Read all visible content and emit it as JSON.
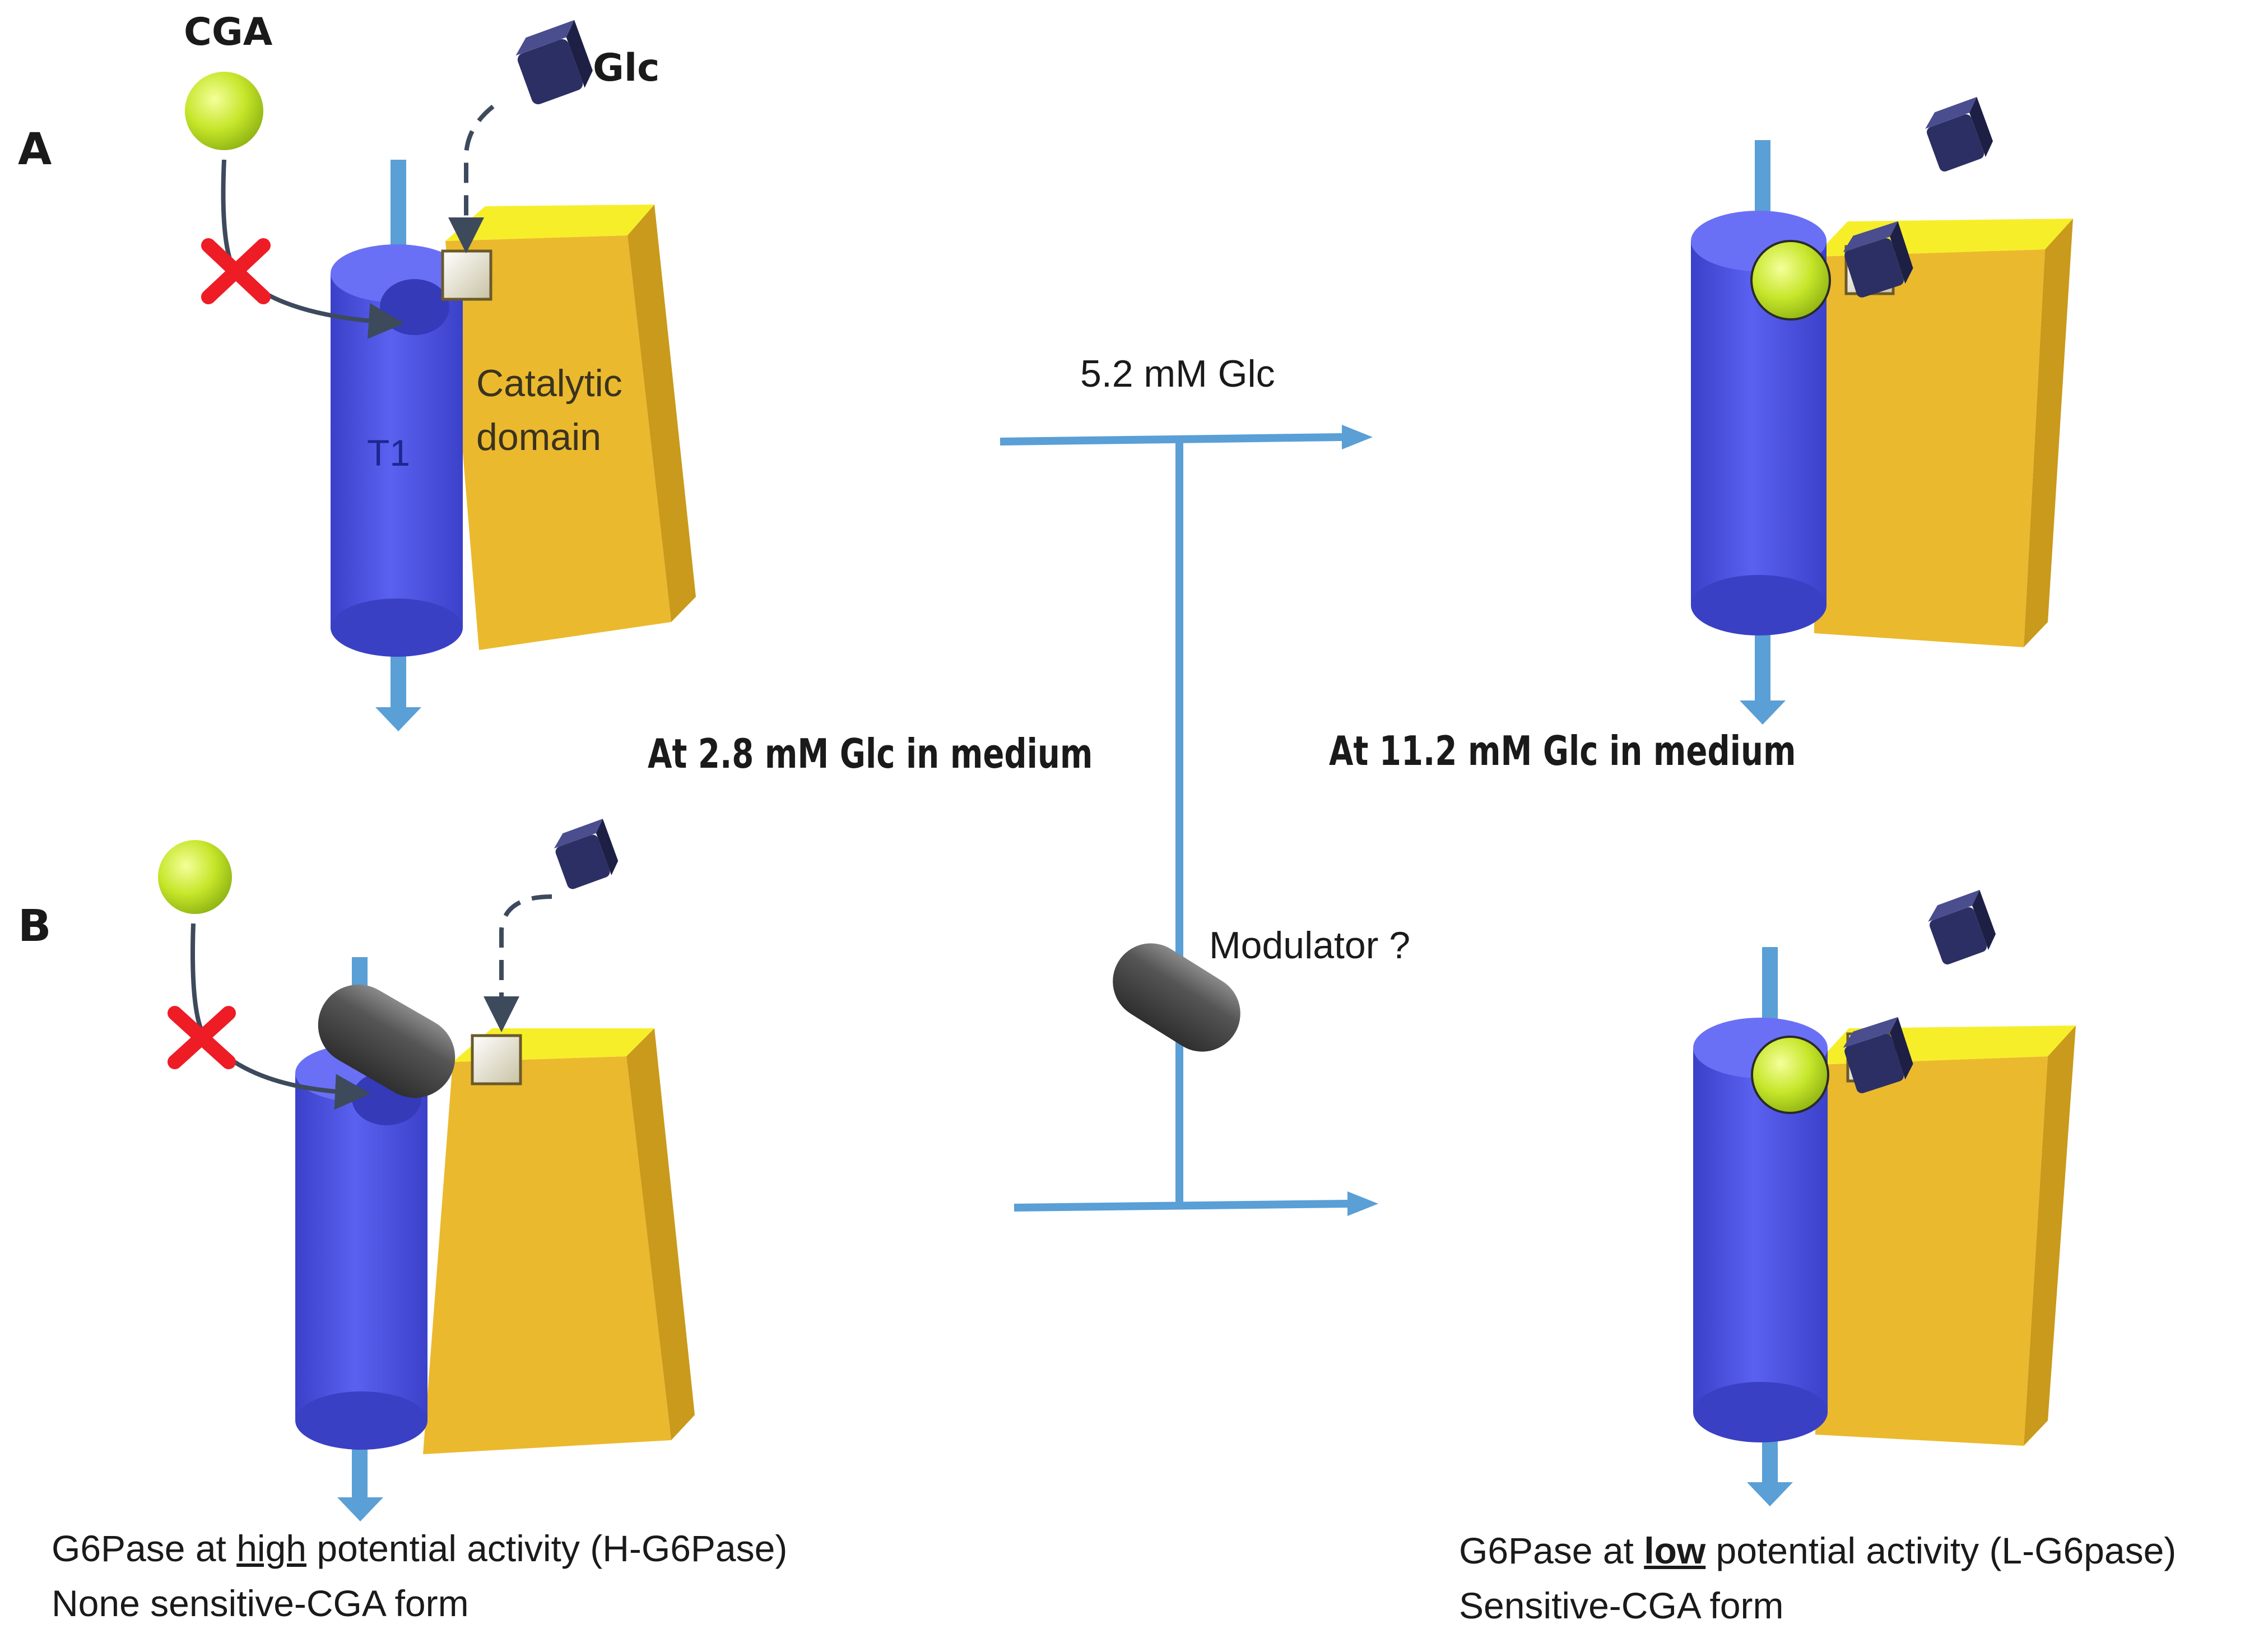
{
  "panels": {
    "a": {
      "letter": "A"
    },
    "b": {
      "letter": "B"
    }
  },
  "molecules": {
    "cga": "CGA",
    "glc": "Glc"
  },
  "domains": {
    "t1": "T1",
    "catalytic_line1": "Catalytic",
    "catalytic_line2": "domain"
  },
  "conditions": {
    "low": "At 2.8 mM Glc in medium",
    "high": "At 11.2 mM Glc in medium",
    "transition": "5.2 mM Glc",
    "modulator": "Modulator ?"
  },
  "captions": {
    "left_line1_pre": "G6Pase at ",
    "left_line1_emph": "high",
    "left_line1_post": " potential activity (H-G6Pase)",
    "left_line2": "None sensitive-CGA form",
    "right_line1_pre": "G6Pase at ",
    "right_line1_emph": "low",
    "right_line1_post": " potential activity (L-G6pase)",
    "right_line2": "Sensitive-CGA form"
  },
  "colors": {
    "transporter_blue": "#4f56e6",
    "catalytic_yellow": "#ebb92e",
    "catalytic_top": "#f7ee2a",
    "arrow_blue": "#5a9fd6",
    "glucose_navy": "#2c2f63",
    "cga_green": "#c6e62a",
    "inhibit_red": "#ee1c25",
    "modulator_gray": "#4d4d4d"
  }
}
